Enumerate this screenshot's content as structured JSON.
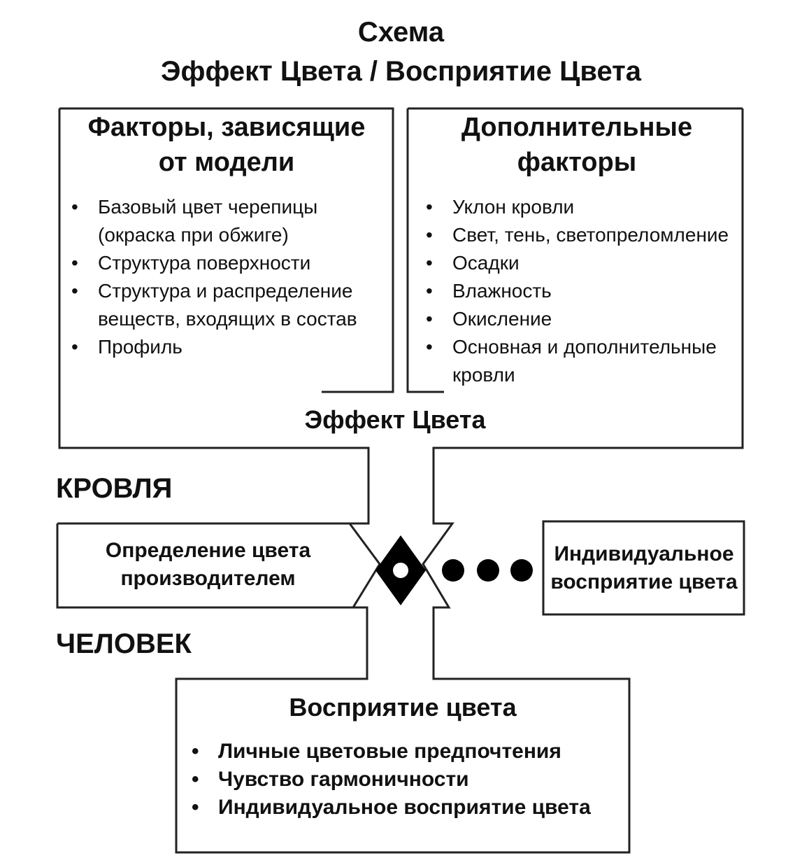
{
  "title": {
    "line1": "Схема",
    "line2": "Эффект Цвета / Восприятие Цвета"
  },
  "model_factors": {
    "heading_line1": "Факторы, зависящие",
    "heading_line2": "от модели",
    "items": [
      "Базовый цвет черепицы (окраска при обжиге)",
      "Структура поверхности",
      "Структура и распределение веществ, входящих в состав",
      "Профиль"
    ]
  },
  "additional_factors": {
    "heading_line1": "Дополнительные",
    "heading_line2": "факторы",
    "items": [
      "Уклон кровли",
      "Свет, тень, светопреломление",
      "Осадки",
      "Влажность",
      "Окисление",
      "Основная и дополнительные кровли"
    ]
  },
  "color_effect_label": "Эффект Цвета",
  "roof_label": "КРОВЛЯ",
  "human_label": "ЧЕЛОВЕК",
  "manufacturer_box": {
    "line1": "Определение цвета",
    "line2": "производителем"
  },
  "individual_box": {
    "line1": "Индивидуальное",
    "line2": "восприятие цвета"
  },
  "perception": {
    "heading": "Восприятие цвета",
    "items": [
      "Личные цветовые предпочтения",
      "Чувство гармоничности",
      "Индивидуальное восприятие цвета"
    ]
  },
  "colors": {
    "line": "#222222",
    "fill": "#000000",
    "background": "#ffffff"
  }
}
